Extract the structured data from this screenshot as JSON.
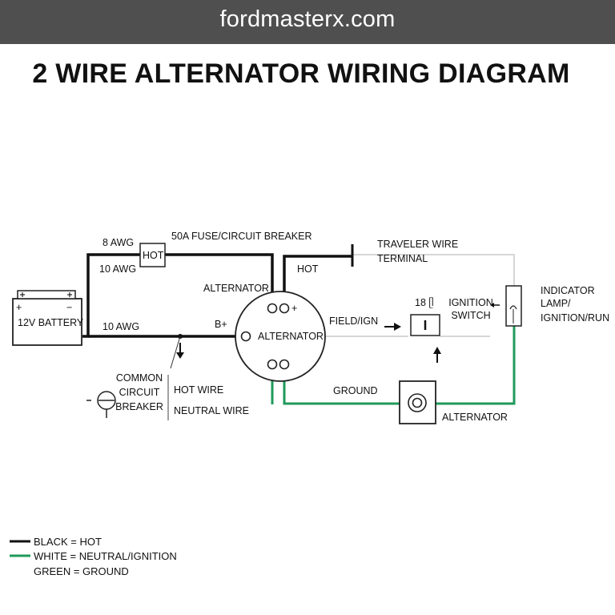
{
  "header": {
    "site": "fordmasterx.com",
    "title": "2 WIRE ALTERNATOR WIRING DIAGRAM"
  },
  "diagram": {
    "battery": {
      "label": "12V BATTERY",
      "plus": "+",
      "minus": "−"
    },
    "fuse": {
      "box_label": "HOT",
      "caption": "50A FUSE/CIRCUIT BREAKER",
      "wire_top": "8 AWG",
      "wire_bottom": "10 AWG"
    },
    "main_wire_label": "10 AWG",
    "alternator_top_label": "ALTERNATOR",
    "alternator_center_label": "ALTERNATOR",
    "b_plus": "B+",
    "plus_terminal": "+",
    "hot_label": "HOT",
    "traveler": {
      "line1": "TRAVELER WIRE",
      "line2": "TERMINAL"
    },
    "field_ign": "FIELD/IGN",
    "switch_rating": "18 ᥫ",
    "ignition_switch": {
      "line1": "IGNITION",
      "line2": "SWITCH"
    },
    "indicator": {
      "line1": "INDICATOR",
      "line2": "LAMP/",
      "line3": "IGNITION/RUN"
    },
    "ground_label": "GROUND",
    "alternator_ground_label": "ALTERNATOR",
    "common_breaker": {
      "line1": "COMMON",
      "line2": "CIRCUIT",
      "line3": "BREAKER"
    },
    "hot_wire": "HOT WIRE",
    "neutral_wire": "NEUTRAL WIRE"
  },
  "legend": [
    {
      "text": "BLACK = HOT",
      "color": "#111111"
    },
    {
      "text": "WHITE = NEUTRAL/IGNITION",
      "color": "#1f9a5a"
    },
    {
      "text": "GREEN = GROUND",
      "color": ""
    }
  ],
  "colors": {
    "banner": "#4f4f4f",
    "hot_wire": "#111111",
    "ground_wire": "#1f9a5a",
    "neutral_wire": "#d4d4d4"
  }
}
